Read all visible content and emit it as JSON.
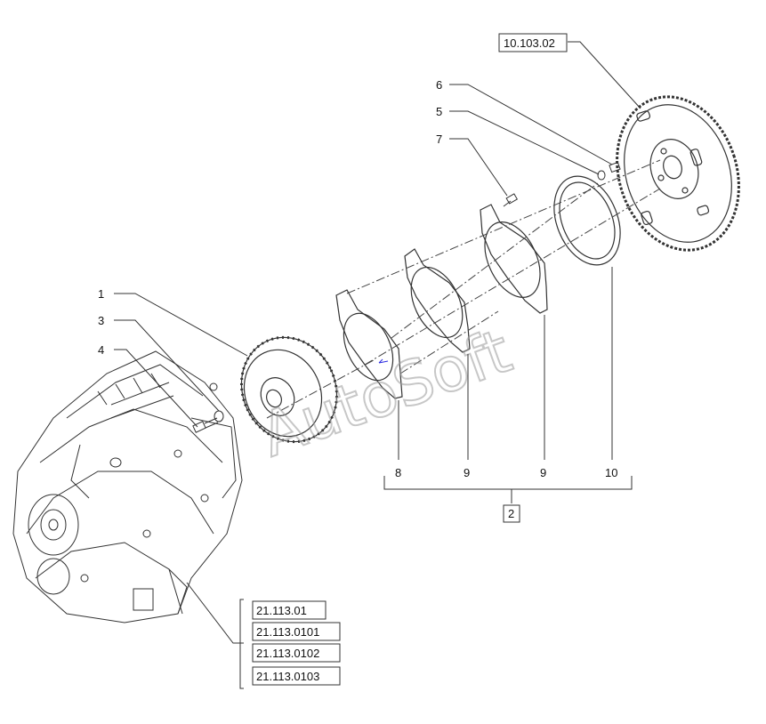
{
  "diagram": {
    "ref_top": "10.103.02",
    "ref_group": "2",
    "ref_list": [
      "21.113.01",
      "21.113.0101",
      "21.113.0102",
      "21.113.0103"
    ],
    "callouts": {
      "c1": "1",
      "c3": "3",
      "c4": "4",
      "c6": "6",
      "c5": "5",
      "c7": "7",
      "c8": "8",
      "c9a": "9",
      "c9b": "9",
      "c10": "10"
    },
    "watermark": "AutoSoft"
  }
}
